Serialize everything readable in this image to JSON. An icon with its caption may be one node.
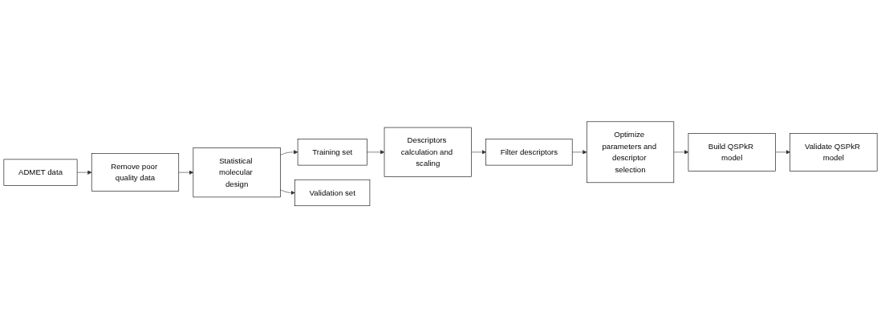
{
  "diagram": {
    "nodes": [
      {
        "text": [
          "ADMET data"
        ]
      },
      {
        "text": [
          "Remove poor quality data"
        ]
      },
      {
        "text": [
          "Statistical molecular design"
        ]
      },
      {
        "text": [
          "Training set"
        ]
      },
      {
        "text": [
          "Descriptors calculation and scaling"
        ]
      },
      {
        "text": [
          "Validation set"
        ]
      },
      {
        "text": [
          "Validate QSPkR model"
        ]
      },
      {
        "text": [
          "Build QSPkR model"
        ]
      },
      {
        "text": [
          "Optimize parameters and descriptor selection"
        ]
      },
      {
        "text": [
          "Filter descriptors"
        ]
      }
    ],
    "edges": [
      {
        "from": 0,
        "to": 1,
        "arrow": "to"
      },
      {
        "from": 1,
        "to": 2,
        "arrow": "to"
      },
      {
        "from": 2,
        "to": 3,
        "arrow": "to"
      },
      {
        "from": 3,
        "to": 4,
        "arrow": "to"
      },
      {
        "from": 2,
        "to": 5,
        "arrow": "to"
      },
      {
        "from": 4,
        "to": 9,
        "arrow": "to"
      },
      {
        "from": 9,
        "to": 8,
        "arrow": "to"
      },
      {
        "from": 8,
        "to": 7,
        "arrow": "to"
      },
      {
        "from": 7,
        "to": 6,
        "arrow": "to"
      }
    ]
  }
}
